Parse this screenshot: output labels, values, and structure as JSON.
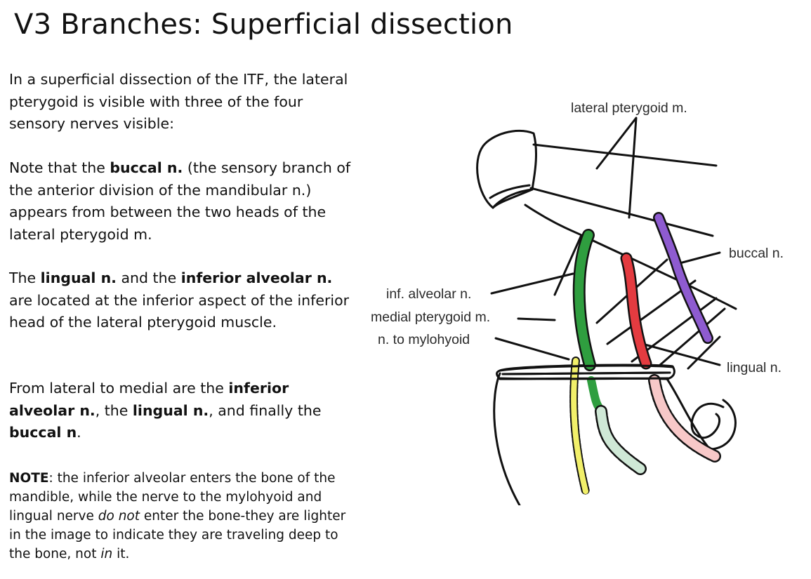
{
  "slide": {
    "title": "V3 Branches: Superficial dissection",
    "para1": "In a superficial dissection of the ITF, the lateral pterygoid is visible with three of the four sensory nerves visible:",
    "para2": {
      "pre": "Note that the ",
      "b1": "buccal n.",
      "post": " (the sensory branch of the anterior division of the mandibular n.) appears from between the two heads of the lateral pterygoid m."
    },
    "para3": {
      "pre": "The ",
      "b1": "lingual n.",
      "mid": " and the ",
      "b2": "inferior alveolar n.",
      "post": " are located at the inferior aspect of the inferior head of the lateral pterygoid muscle."
    },
    "para4": {
      "pre": "From lateral to medial are the ",
      "b1": "inferior alveolar n.",
      "mid1": ", the ",
      "b2": "lingual n.",
      "mid2": ", and finally the ",
      "b3": "buccal n",
      "post": "."
    },
    "note": {
      "label": "NOTE",
      "t1": ": the inferior alveolar enters the bone of the mandible, while the nerve to the mylohyoid and lingual nerve ",
      "i1": "do not",
      "t2": " enter the bone-they are lighter in the image to indicate they are traveling deep to the bone, not ",
      "i2": "in",
      "t3": " it."
    }
  },
  "diagram": {
    "labels": {
      "lateral_pterygoid": "lateral pterygoid m.",
      "buccal": "buccal n.",
      "inf_alveolar": "inf. alveolar n.",
      "medial_pterygoid": "medial pterygoid m.",
      "mylohyoid": "n. to mylohyoid",
      "lingual": "lingual n."
    },
    "colors": {
      "inf_alveolar": "#2f9e3f",
      "inf_alveolar_deep": "#cfe8d6",
      "lingual": "#e43b40",
      "lingual_deep": "#f7c8c8",
      "buccal": "#8e5bd0",
      "mylohyoid": "#f2f06a",
      "outline": "#111111"
    }
  }
}
